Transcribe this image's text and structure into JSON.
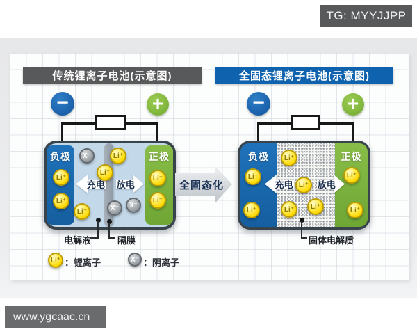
{
  "watermark_top": "TG: MYYJJPP",
  "watermark_bottom": "www.ygcaac.cn",
  "left_diagram": {
    "title": "传统锂离子电池(示意图)",
    "minus_symbol": "−",
    "plus_symbol": "+",
    "negative_electrode": "负极",
    "positive_electrode": "正极",
    "charge": "充电",
    "discharge": "放电",
    "electrolyte_label": "电解液",
    "separator_label": "隔膜"
  },
  "right_diagram": {
    "title": "全固态锂离子电池(示意图)",
    "minus_symbol": "−",
    "plus_symbol": "+",
    "negative_electrode": "负极",
    "positive_electrode": "正极",
    "charge": "充电",
    "discharge": "放电",
    "solid_electrolyte_label": "固体电解质"
  },
  "transform_arrow_label": "全固态化",
  "ions": {
    "lithium_symbol": "Li⁺",
    "anion_symbol": "X⁻"
  },
  "legend": {
    "lithium_label": "：锂离子",
    "anion_label": "：阴离子"
  },
  "colors": {
    "title_bar_left": "#58595b",
    "title_bar_right": "#0e62ae",
    "negative_terminal_blue": "#1d65ae",
    "positive_terminal_green": "#83b83e",
    "negative_electrode_blue": "#1a6ab2",
    "positive_electrode_green": "#7db53e",
    "liquid_electrolyte_fill": "#c3d9ea",
    "separator_gray": "#97a1ab",
    "lithium_ion_yellow": "#ffd900",
    "anion_gray": "#8f959b",
    "battery_border": "#39434c"
  }
}
